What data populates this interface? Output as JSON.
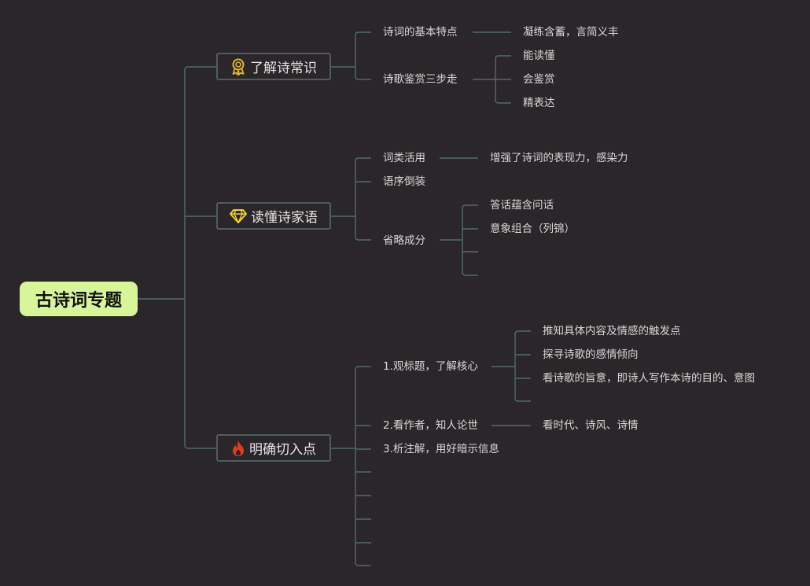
{
  "root": {
    "label": "古诗词专题"
  },
  "colors": {
    "background": "#2a2629",
    "line": "#4f6d69",
    "root_fill": "#d9f59a",
    "icon_gold": "#e0b62c",
    "icon_yellow": "#f3d320",
    "icon_fire": "#e53b1d"
  },
  "topics": [
    {
      "label": "了解诗常识",
      "icon": "award-ribbon-icon",
      "subs": [
        {
          "label": "诗词的基本特点",
          "leaves": [
            "凝练含蓄，言简义丰"
          ]
        },
        {
          "label": "诗歌鉴赏三步走",
          "leaves": [
            "能读懂",
            "会鉴赏",
            "精表达"
          ]
        }
      ]
    },
    {
      "label": "读懂诗家语",
      "icon": "diamond-icon",
      "subs": [
        {
          "label": "词类活用",
          "leaves": [
            "增强了诗词的表现力，感染力"
          ]
        },
        {
          "label": "语序倒装",
          "leaves": []
        },
        {
          "label": "省略成分",
          "leaves": [
            "答话蕴含问话",
            "意象组合（列锦）",
            "",
            ""
          ]
        }
      ]
    },
    {
      "label": "明确切入点",
      "icon": "fire-icon",
      "subs": [
        {
          "label": "1.观标题，了解核心",
          "leaves": [
            "推知具体内容及情感的触发点",
            "探寻诗歌的感情倾向",
            "看诗歌的旨意，即诗人写作本诗的目的、意图",
            ""
          ]
        },
        {
          "label": "2.看作者，知人论世",
          "leaves": [
            "看时代、诗风、诗情"
          ]
        },
        {
          "label": "3.析注解，用好暗示信息",
          "leaves": []
        },
        {
          "label": "",
          "leaves": []
        },
        {
          "label": "",
          "leaves": []
        },
        {
          "label": "",
          "leaves": []
        },
        {
          "label": "",
          "leaves": []
        },
        {
          "label": "",
          "leaves": []
        }
      ]
    }
  ]
}
